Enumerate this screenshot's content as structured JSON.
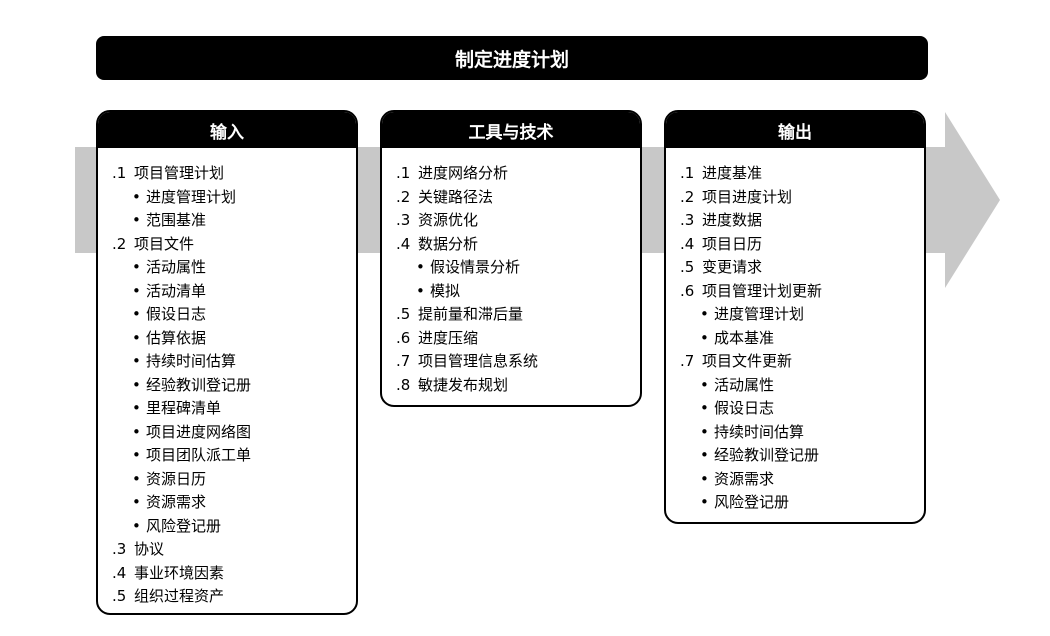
{
  "title": "制定进度计划",
  "colors": {
    "arrow": "#c8c8c8",
    "header": "#000000"
  },
  "columns": [
    {
      "id": "inputs",
      "header": "输入",
      "items": [
        {
          "num": ".1",
          "label": "项目管理计划",
          "subs": [
            "进度管理计划",
            "范围基准"
          ]
        },
        {
          "num": ".2",
          "label": "项目文件",
          "subs": [
            "活动属性",
            "活动清单",
            "假设日志",
            "估算依据",
            "持续时间估算",
            "经验教训登记册",
            "里程碑清单",
            "项目进度网络图",
            "项目团队派工单",
            "资源日历",
            "资源需求",
            "风险登记册"
          ]
        },
        {
          "num": ".3",
          "label": "协议",
          "subs": []
        },
        {
          "num": ".4",
          "label": "事业环境因素",
          "subs": []
        },
        {
          "num": ".5",
          "label": "组织过程资产",
          "subs": []
        }
      ]
    },
    {
      "id": "tools",
      "header": "工具与技术",
      "items": [
        {
          "num": ".1",
          "label": "进度网络分析",
          "subs": []
        },
        {
          "num": ".2",
          "label": "关键路径法",
          "subs": []
        },
        {
          "num": ".3",
          "label": "资源优化",
          "subs": []
        },
        {
          "num": ".4",
          "label": "数据分析",
          "subs": [
            "假设情景分析",
            "模拟"
          ]
        },
        {
          "num": ".5",
          "label": "提前量和滞后量",
          "subs": []
        },
        {
          "num": ".6",
          "label": "进度压缩",
          "subs": []
        },
        {
          "num": ".7",
          "label": "项目管理信息系统",
          "subs": []
        },
        {
          "num": ".8",
          "label": "敏捷发布规划",
          "subs": []
        }
      ]
    },
    {
      "id": "outputs",
      "header": "输出",
      "items": [
        {
          "num": ".1",
          "label": "进度基准",
          "subs": []
        },
        {
          "num": ".2",
          "label": "项目进度计划",
          "subs": []
        },
        {
          "num": ".3",
          "label": "进度数据",
          "subs": []
        },
        {
          "num": ".4",
          "label": "项目日历",
          "subs": []
        },
        {
          "num": ".5",
          "label": "变更请求",
          "subs": []
        },
        {
          "num": ".6",
          "label": "项目管理计划更新",
          "subs": [
            "进度管理计划",
            "成本基准"
          ]
        },
        {
          "num": ".7",
          "label": "项目文件更新",
          "subs": [
            "活动属性",
            "假设日志",
            "持续时间估算",
            "经验教训登记册",
            "资源需求",
            "风险登记册"
          ]
        }
      ]
    }
  ]
}
